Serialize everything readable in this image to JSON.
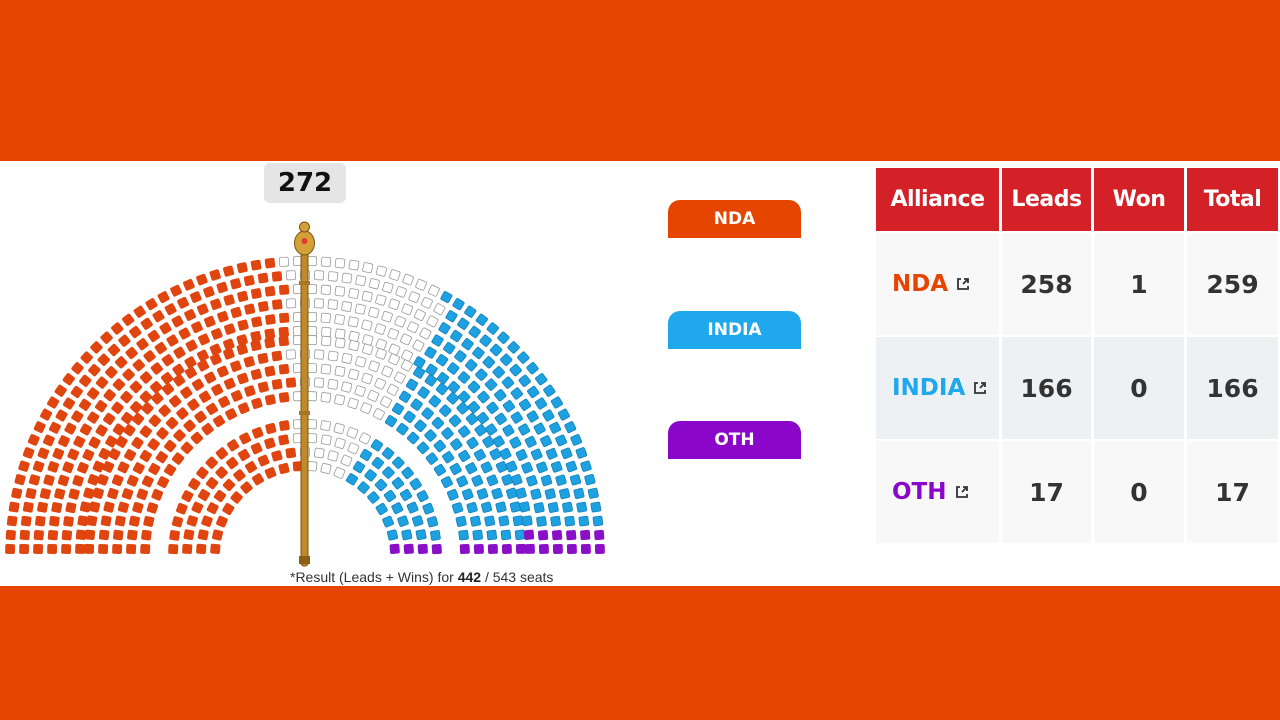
{
  "parliament": {
    "majority_mark": "272",
    "footnote_prefix": "*Result (Leads + Wins) for",
    "footnote_counted": "442",
    "footnote_suffix": "/ 543 seats",
    "colors": {
      "nda": "#e04510",
      "india": "#1ea1e0",
      "oth": "#8a10c8",
      "empty": "#ffffff"
    }
  },
  "legend": [
    {
      "label": "NDA",
      "color": "#e64500"
    },
    {
      "label": "INDIA",
      "color": "#1fa8ec"
    },
    {
      "label": "OTH",
      "color": "#8a07c9"
    }
  ],
  "table": {
    "headers": [
      "Alliance",
      "Leads",
      "Won",
      "Total"
    ],
    "rows": [
      {
        "alliance": "NDA",
        "color": "#e64500",
        "leads": "258",
        "won": "1",
        "total": "259"
      },
      {
        "alliance": "INDIA",
        "color": "#1fa8ec",
        "leads": "166",
        "won": "0",
        "total": "166"
      },
      {
        "alliance": "OTH",
        "color": "#8a07c9",
        "leads": "17",
        "won": "0",
        "total": "17"
      }
    ]
  }
}
